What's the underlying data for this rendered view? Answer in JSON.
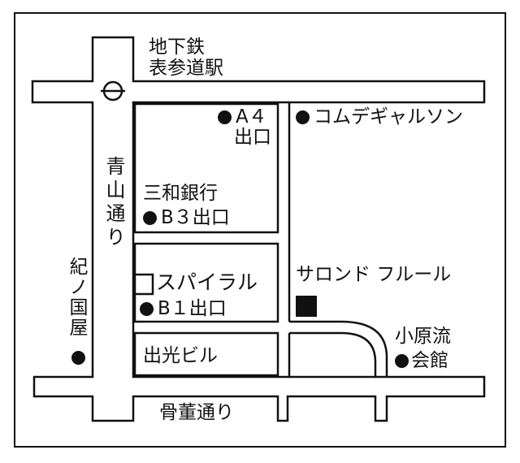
{
  "map": {
    "station": {
      "line1": "地下鉄",
      "line2": "表参道駅",
      "icon": "subway-station-icon"
    },
    "streets": {
      "aoyama_dori": "青山通り",
      "kotto_dori": "骨董通り"
    },
    "places": {
      "exit_a4_line1": "A４",
      "exit_a4_line2": "出口",
      "comme_des_garcons": "コムデギャルソン",
      "sanwa_bank": "三和銀行",
      "exit_b3": "B３出口",
      "spiral": "スパイラル",
      "exit_b1": "B１出口",
      "salon_fleur": "サロンド フルール",
      "kinokuniya": "紀ノ国屋",
      "ohara_line1": "小原流",
      "ohara_line2": "会館",
      "idemitsu_building": "出光ビル"
    },
    "colors": {
      "ink": "#111111",
      "paper": "#ffffff"
    }
  }
}
